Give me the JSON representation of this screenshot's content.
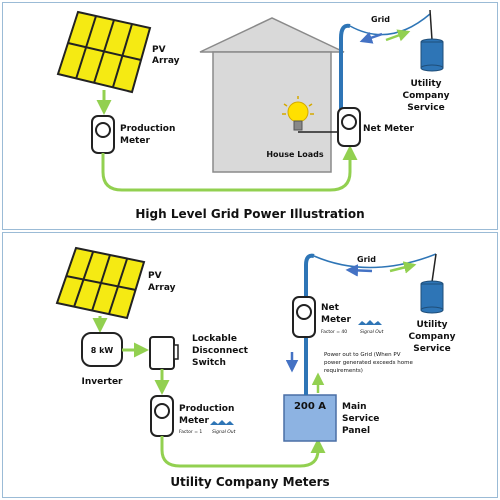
{
  "top": {
    "pv_array_label": "PV Array",
    "pv_label_lines": [
      "PV",
      "Array"
    ],
    "production_meter_lines": [
      "Production",
      "Meter"
    ],
    "net_meter_label": "Net Meter",
    "grid_label": "Grid",
    "utility_lines": [
      "Utility",
      "Company",
      "Service"
    ],
    "house_loads_label": "House Loads",
    "title": "High Level Grid Power Illustration"
  },
  "bottom": {
    "pv_label_lines": [
      "PV",
      "Array"
    ],
    "inverter_value": "8 kW",
    "inverter_label": "Inverter",
    "disconnect_lines": [
      "Lockable",
      "Disconnect",
      "Switch"
    ],
    "production_meter_lines": [
      "Production",
      "Meter"
    ],
    "production_factor": "Factor = 1",
    "signal_out": "Signal Out",
    "net_meter_lines": [
      "Net",
      "Meter"
    ],
    "net_factor": "Factor = 40",
    "grid_label": "Grid",
    "utility_lines": [
      "Utility",
      "Company",
      "Service"
    ],
    "panel_value": "200 A",
    "panel_lines": [
      "Main",
      "Service",
      "Panel"
    ],
    "power_note_lines": [
      "Power out to Grid (When PV",
      "power generated exceeds home",
      "requirements)"
    ],
    "title": "Utility Company Meters"
  },
  "colors": {
    "solar_yellow": "#f5ea13",
    "wire_green": "#92d050",
    "arrow_blue": "#4472c4",
    "pole_blue": "#2e75b6",
    "house_gray": "#d9d9d9",
    "panel_blue": "#8db3e2",
    "frame_blue": "#9bbbd6",
    "bulb_yellow": "#ffe000"
  }
}
